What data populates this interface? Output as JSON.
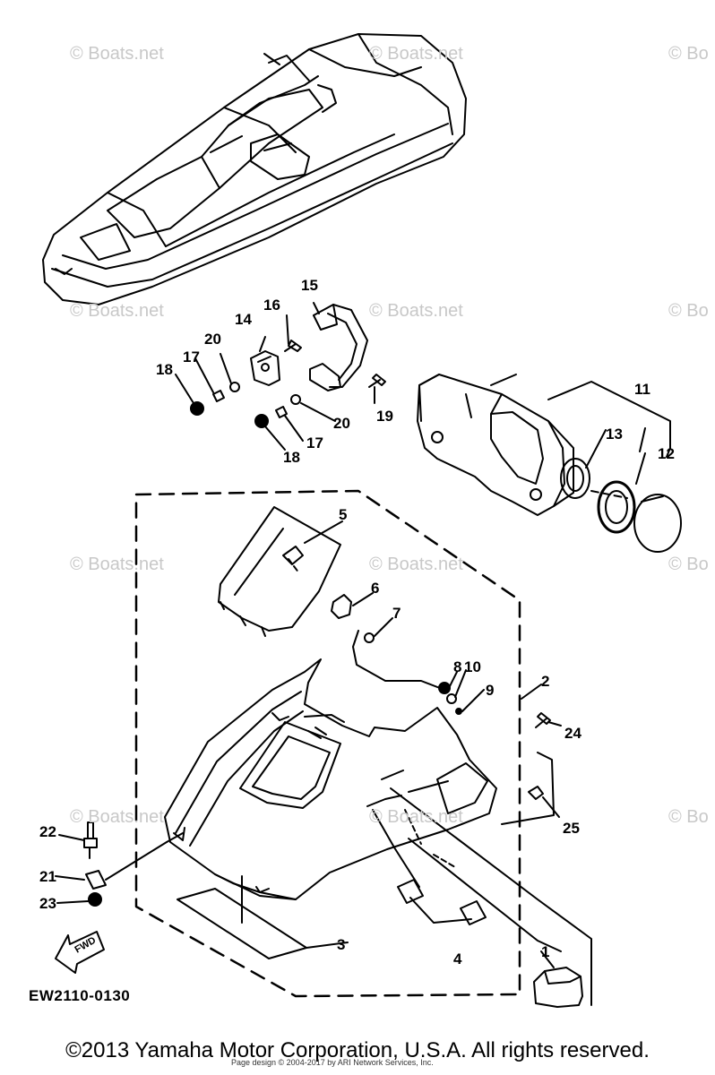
{
  "watermark": {
    "text": "© Boats.net",
    "text_partial": "© Bo"
  },
  "diagram": {
    "callouts": {
      "c1": "1",
      "c2": "2",
      "c3": "3",
      "c4": "4",
      "c5": "5",
      "c6": "6",
      "c7": "7",
      "c8": "8",
      "c9": "9",
      "c10": "10",
      "c11": "11",
      "c12": "12",
      "c13": "13",
      "c14": "14",
      "c15": "15",
      "c16": "16",
      "c17a": "17",
      "c17b": "17",
      "c18a": "18",
      "c18b": "18",
      "c19": "19",
      "c20a": "20",
      "c20b": "20",
      "c21": "21",
      "c22": "22",
      "c23": "23",
      "c24": "24",
      "c25": "25"
    },
    "fwd_label": "FWD",
    "reference_code": "EW2110-0130"
  },
  "footer": {
    "copyright": "©2013 Yamaha Motor Corporation, U.S.A. All rights reserved.",
    "page_design": "Page design © 2004-2017 by ARI Network Services, Inc."
  }
}
